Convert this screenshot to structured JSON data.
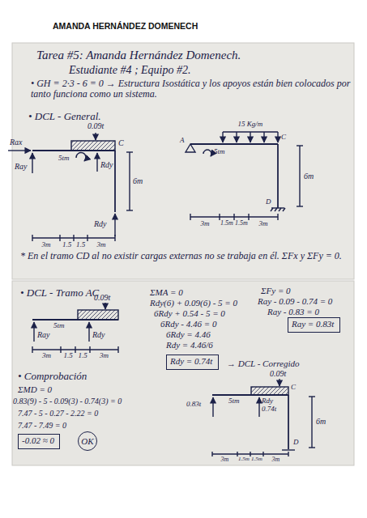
{
  "diagram": {
    "title": "AMANDA HERNÁNDEZ DOMENECH",
    "nodes": [
      {
        "text": [
          "Rdy = 0.74t"
        ]
      },
      {
        "text": [
          "Ray = 0.83t"
        ]
      },
      {
        "text": [
          "-0.02 ≈ 0"
        ]
      },
      {
        "text": [
          "OK"
        ]
      }
    ],
    "labels": [
      "Tarea #5: Amanda Hernández Domenech.",
      "Estudiante #4 ; Equipo #2.",
      "• GH = 2·3 - 6 = 0 → Estructura Isostática y los apoyos están bien colocados por tanto funciona como un sistema.",
      "• DCL - General.",
      "0.09t",
      "Rax",
      "Ray",
      "5tm",
      "Rdy",
      "C",
      "6m",
      "Rdy",
      "3m",
      "1.5",
      "1.5",
      "3m",
      "15 Kg/m",
      "A",
      "5tm",
      "C",
      "D",
      "6m",
      "3m",
      "1.5m",
      "1.5m",
      "3m",
      "* En el tramo CD al no existir cargas externas no se trabaja en él. ΣFx y ΣFy = 0.",
      "• DCL - Tramo AC",
      "0.09t",
      "5tm",
      "Ray",
      "Rdy",
      "3m",
      "1.5",
      "1.5",
      "3m",
      "ΣMA = 0",
      "Rdy(6) + 0.09(6) - 5 = 0",
      "6Rdy + 0.54 - 5 = 0",
      "6Rdy - 4.46 = 0",
      "6Rdy = 4.46",
      "Rdy = 4.46/6",
      "ΣFy = 0",
      "Ray - 0.09 - 0.74 = 0",
      "Ray - 0.83 = 0",
      "→ DCL - Corregido",
      "0.09t",
      "0.83t",
      "5tm",
      "Rdy",
      "0.74t",
      "C",
      "6m",
      "D",
      "3m",
      "1.5m",
      "1.5m",
      "3m",
      "• Comprobación",
      "ΣMD = 0",
      "0.83(9) - 5 - 0.09(3) - 0.74(3) = 0",
      "7.47 - 5 - 0.27 - 2.22 = 0",
      "7.47 - 7.49 = 0"
    ]
  }
}
